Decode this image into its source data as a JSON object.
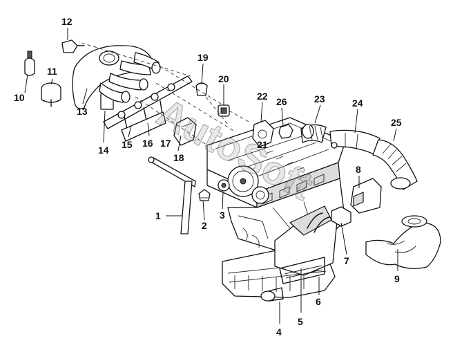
{
  "diagram": {
    "watermark": "AutoSoft",
    "callouts": [
      {
        "num": "1"
      },
      {
        "num": "2"
      },
      {
        "num": "3"
      },
      {
        "num": "4"
      },
      {
        "num": "5"
      },
      {
        "num": "6"
      },
      {
        "num": "7"
      },
      {
        "num": "8"
      },
      {
        "num": "9"
      },
      {
        "num": "10"
      },
      {
        "num": "11"
      },
      {
        "num": "12"
      },
      {
        "num": "13"
      },
      {
        "num": "14"
      },
      {
        "num": "15"
      },
      {
        "num": "16"
      },
      {
        "num": "17"
      },
      {
        "num": "18"
      },
      {
        "num": "19"
      },
      {
        "num": "20"
      },
      {
        "num": "21"
      },
      {
        "num": "22"
      },
      {
        "num": "23"
      },
      {
        "num": "24"
      },
      {
        "num": "25"
      }
    ]
  }
}
